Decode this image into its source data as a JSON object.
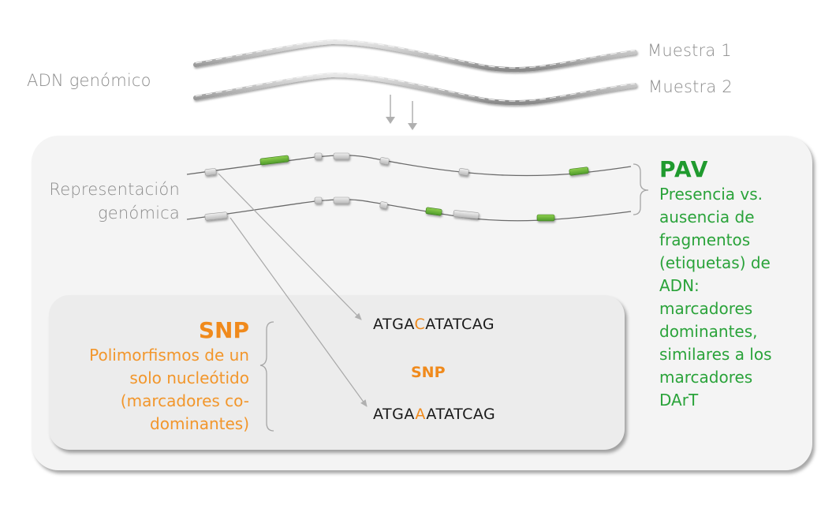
{
  "header": {
    "genomic_dna_label": "ADN genómico",
    "sample1_label": "Muestra 1",
    "sample2_label": "Muestra 2"
  },
  "representation": {
    "label_line1": "Representación",
    "label_line2": "genómica"
  },
  "pav": {
    "title": "PAV",
    "description_lines": [
      "Presencia vs.",
      "ausencia de",
      "fragmentos",
      "(etiquetas) de",
      "ADN:",
      "marcadores",
      "dominantes,",
      "similares a los",
      "marcadores",
      "DArT"
    ]
  },
  "snp": {
    "title": "SNP",
    "description_lines": [
      "Polimorfismos de un",
      "solo nucleótido",
      "(marcadores co-",
      "dominantes)"
    ],
    "middle_label": "SNP",
    "sequence1": {
      "prefix": "ATGA",
      "variant": "C",
      "suffix": "ATATCAG"
    },
    "sequence2": {
      "prefix": "ATGA",
      "variant": "A",
      "suffix": "ATATCAG"
    }
  },
  "colors": {
    "pav_green": "#1f9a2e",
    "snp_orange": "#f08a1c",
    "fragment_green": "#6cb33f",
    "fragment_gray": "#d8d8d8"
  }
}
